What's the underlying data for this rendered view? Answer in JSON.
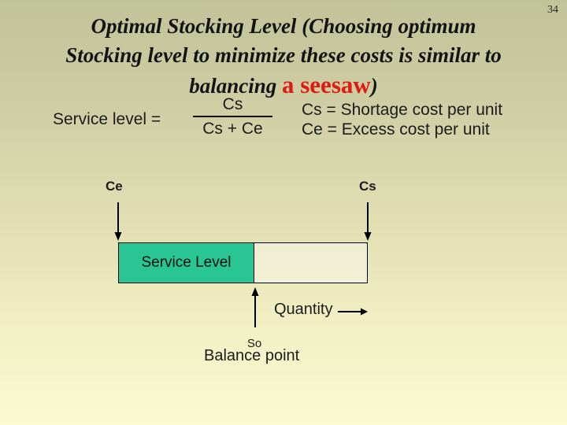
{
  "slide": {
    "page_number": "34",
    "title": {
      "line1": "Optimal Stocking Level (Choosing optimum",
      "line2": "Stocking level to minimize these costs is similar to",
      "line3_prefix": "balancing ",
      "line3_highlight": "a seesaw",
      "line3_suffix": ")"
    },
    "colors": {
      "highlight_red": "#dd1b10",
      "bar_green": "#29c593",
      "background_top": "#c1c399",
      "background_bottom": "#fbfad2"
    }
  },
  "formula": {
    "lhs": "Service level =",
    "numerator": "Cs",
    "denominator": "Cs + Ce",
    "legend_line1": "Cs = Shortage cost per unit",
    "legend_line2": "Ce = Excess cost per unit"
  },
  "diagram": {
    "left_cost_label": "Ce",
    "right_cost_label": "Cs",
    "bar_label": "Service Level",
    "axis_label": "Quantity",
    "balance_symbol": "So",
    "balance_caption": "Balance point"
  }
}
